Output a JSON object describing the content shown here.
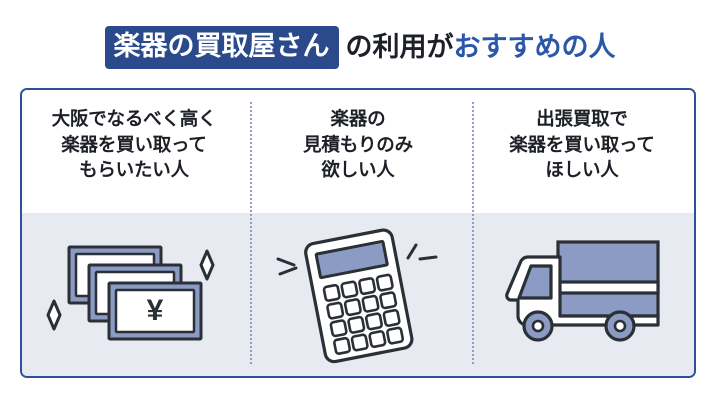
{
  "title": {
    "badge_text": "楽器の買取屋さん",
    "plain_text": "の利用が",
    "accent_text": "おすすめの人",
    "badge_bg": "#2b4a8b",
    "badge_fg": "#ffffff",
    "plain_color": "#1d2026",
    "accent_color": "#2b57ab"
  },
  "card": {
    "border_color": "#2f4f9e",
    "top_bg": "#ffffff",
    "bottom_bg": "#e8eaf2",
    "divider_color": "#8f9ec2",
    "ink": "#2b2f36",
    "accent_fill": "#8b9bc4",
    "columns": [
      {
        "id": "col-highest-price",
        "heading_lines": [
          "大阪でなるべく高く",
          "楽器を買い取って",
          "もらいたい人"
        ],
        "icon_name": "money-bills-icon"
      },
      {
        "id": "col-quote-only",
        "heading_lines": [
          "楽器の",
          "見積もりのみ",
          "欲しい人"
        ],
        "icon_name": "calculator-icon"
      },
      {
        "id": "col-onsite-pickup",
        "heading_lines": [
          "出張買取で",
          "楽器を買い取って",
          "ほしい人"
        ],
        "icon_name": "delivery-truck-icon"
      }
    ]
  },
  "symbols": {
    "yen": "¥"
  }
}
